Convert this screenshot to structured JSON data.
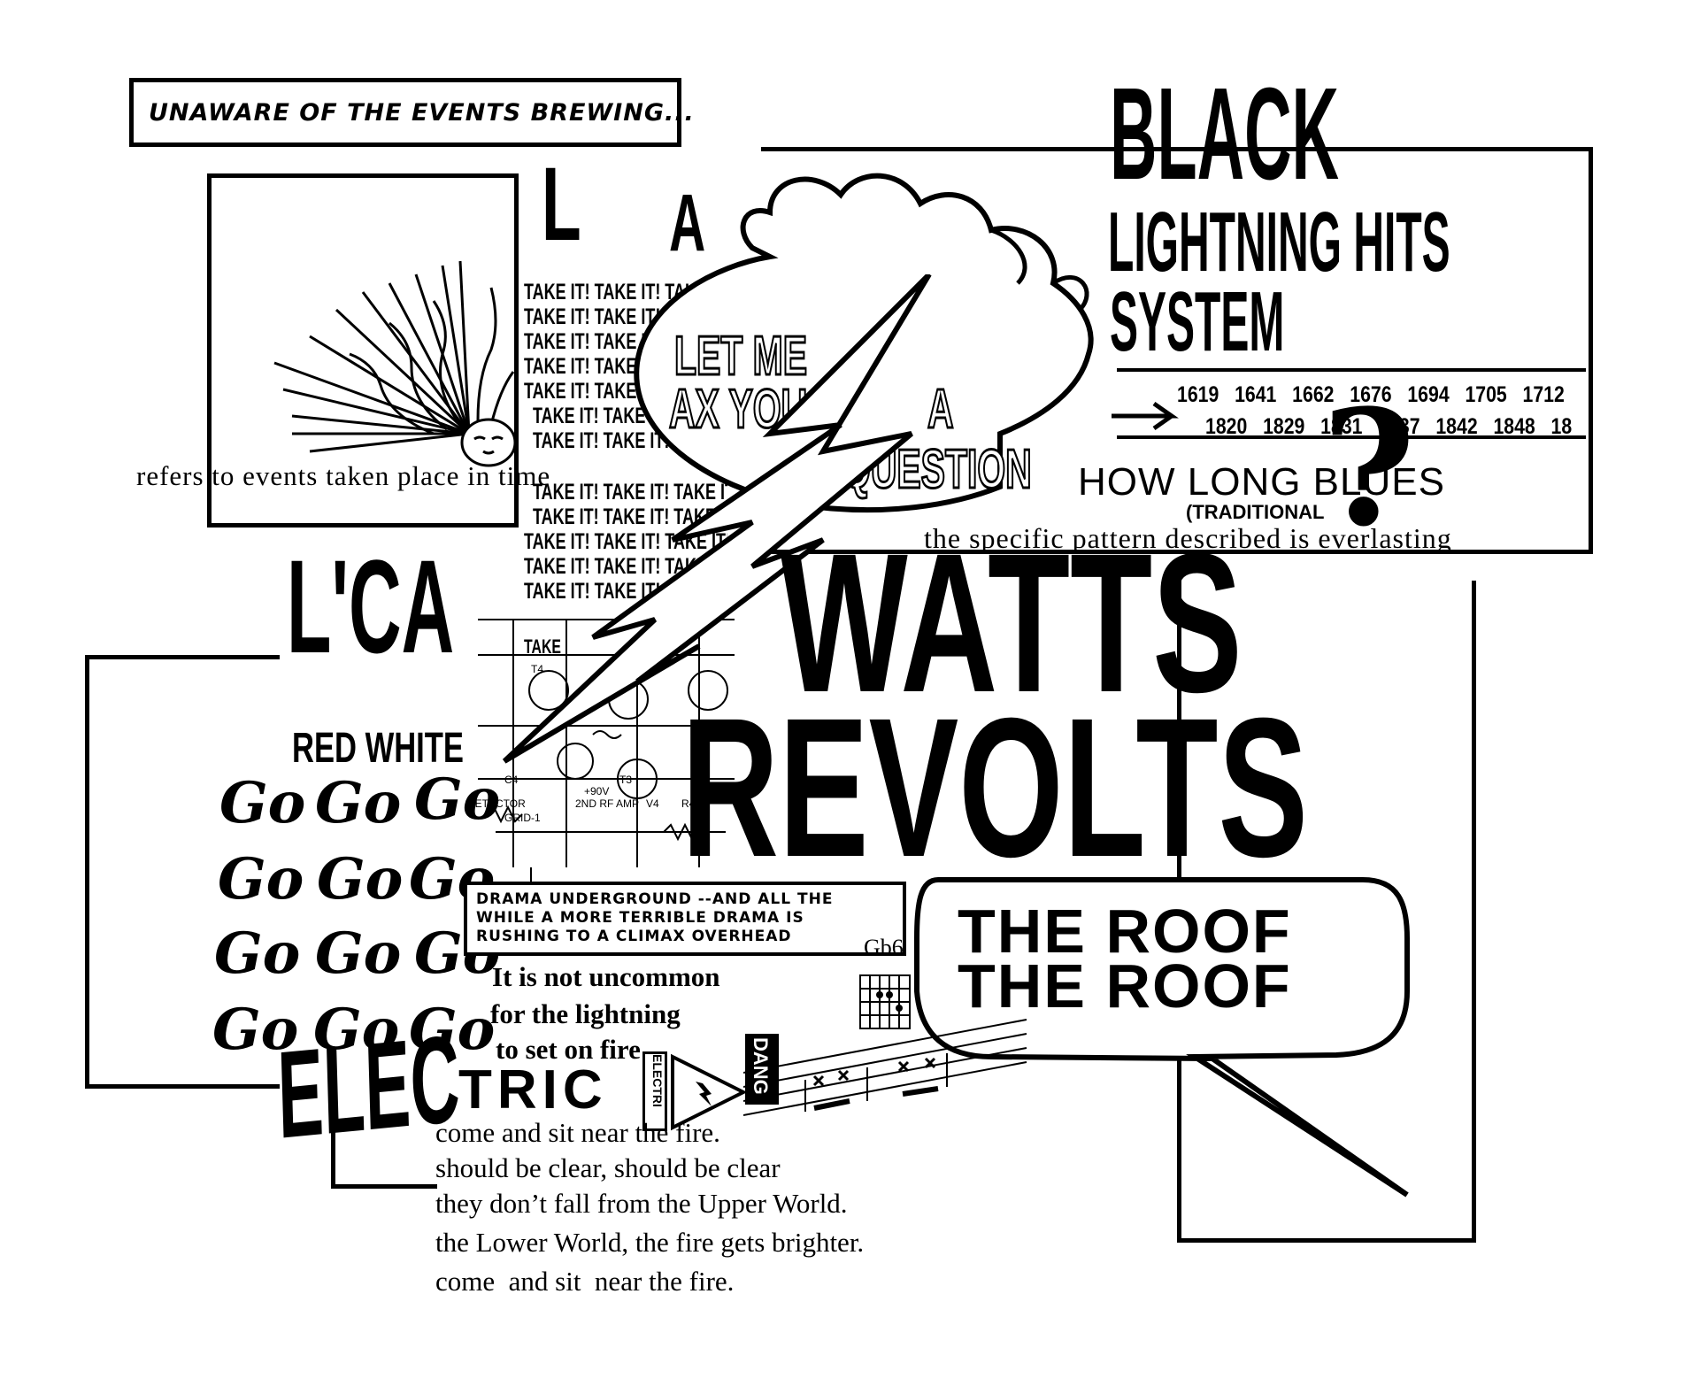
{
  "caption_top": "UNAWARE OF THE EVENTS BREWING...",
  "letter_l": "L",
  "letter_a": "A",
  "loca": "L'CA",
  "red_white": "RED WHITE",
  "sun_caption": "refers to events taken place in time",
  "take_it_line": "TAKE IT! TAKE IT! TAKE IT!",
  "take_partial": "TAKE",
  "headline": {
    "black": "BLACK",
    "lightning_hits": "LIGHTNING HITS",
    "system": "SYSTEM"
  },
  "years_row1": [
    "1619",
    "1641",
    "1662",
    "1676",
    "1694",
    "1705",
    "1712"
  ],
  "years_row2": [
    "1820",
    "1829",
    "1831",
    "1837",
    "1842",
    "1848",
    "18"
  ],
  "how_long_blues": "HOW LONG BLUES",
  "traditional": "(TRADITIONAL",
  "question_mark": "?",
  "specific_pattern": "the specific pattern described is everlasting",
  "bubble_question": {
    "line1": "LET ME",
    "line2": "AX YOU",
    "line3": "A",
    "line4": "QUESTION"
  },
  "watts": "WATTS",
  "revolts": "REVOLTS",
  "roof_bubble": {
    "line1": "THE ROOF",
    "line2": "THE ROOF"
  },
  "go_word": "Go",
  "drama_caption": "DRAMA UNDERGROUND --AND ALL THE WHILE A MORE TERRIBLE DRAMA IS RUSHING TO A CLIMAX OVERHEAD",
  "lightning_text": {
    "line1": "It is not uncommon",
    "line2": "for the lightning",
    "line3": "to set on fire"
  },
  "electric_big": "ELEC",
  "electric_small": "TRIC",
  "electric_vertical": "ELECTRI",
  "dang": "DANG",
  "chord": "Gb6",
  "poem": [
    "come and sit near the fire.",
    "should be clear, should be clear",
    "they don’t fall from the Upper World.",
    "the Lower World, the fire gets brighter.",
    "come  and sit  near the fire."
  ],
  "circuit_labels": [
    "DETECTOR",
    "GRID-1",
    "2ND RF AMP",
    "+90V",
    "V4",
    "R4",
    "T3",
    "C4",
    "T4"
  ]
}
